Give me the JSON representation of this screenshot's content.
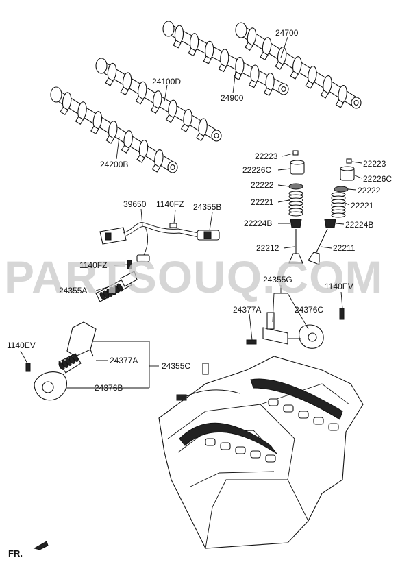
{
  "watermark": "PARTSOUQ.COM",
  "direction_label": "FR.",
  "part_labels": {
    "p24700": "24700",
    "p24900": "24900",
    "p24100D": "24100D",
    "p24200B": "24200B",
    "p22223_l": "22223",
    "p22226C_l": "22226C",
    "p22222_l": "22222",
    "p22221_l": "22221",
    "p22224B_l": "22224B",
    "p22212": "22212",
    "p22223_r": "22223",
    "p22226C_r": "22226C",
    "p22222_r": "22222",
    "p22221_r": "22221",
    "p22224B_r": "22224B",
    "p22211": "22211",
    "p39650": "39650",
    "p1140FZ_top": "1140FZ",
    "p24355B": "24355B",
    "p1140FZ_mid": "1140FZ",
    "p24355A": "24355A",
    "p24355G": "24355G",
    "p1140EV_r": "1140EV",
    "p24377A_r": "24377A",
    "p24376C": "24376C",
    "p1140EV_l": "1140EV",
    "p24377A_l": "24377A",
    "p24355C": "24355C",
    "p24376B": "24376B"
  }
}
